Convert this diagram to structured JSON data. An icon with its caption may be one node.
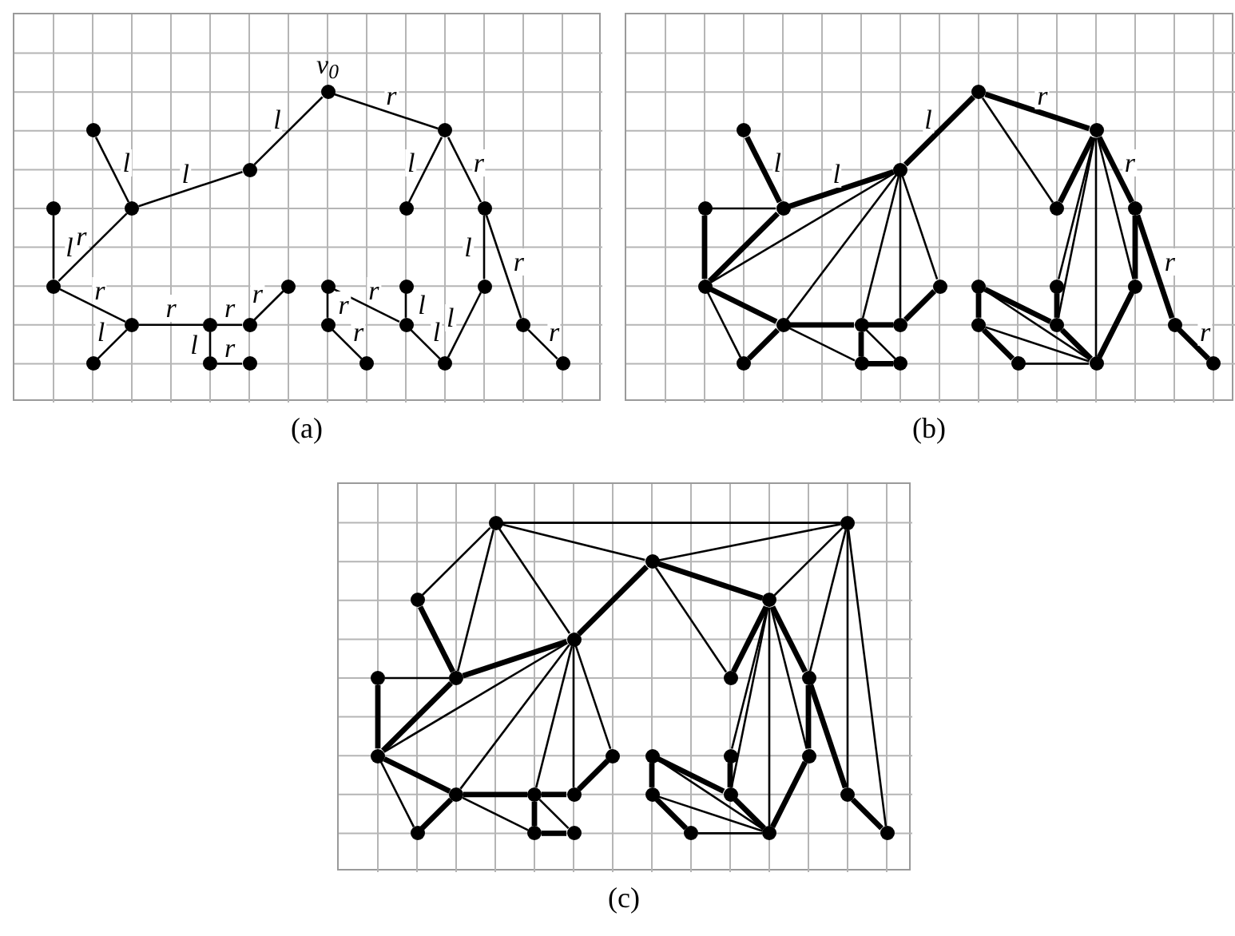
{
  "diagram": {
    "nodes": [
      {
        "text": [
          "(a)"
        ]
      },
      {
        "text": [],
        "shape": "circle",
        "in": 0,
        "beside": [
          "v$_{0}$"
        ]
      },
      {
        "text": [],
        "shape": "circle",
        "in": 0
      },
      {
        "text": [],
        "shape": "circle",
        "in": 0
      },
      {
        "text": [],
        "shape": "circle",
        "in": 0
      },
      {
        "text": [],
        "shape": "circle",
        "in": 0
      },
      {
        "text": [],
        "shape": "circle",
        "in": 0
      },
      {
        "text": [],
        "shape": "circle",
        "in": 0
      },
      {
        "text": [],
        "shape": "circle",
        "in": 0
      },
      {
        "text": [],
        "shape": "circle",
        "in": 0
      },
      {
        "text": [],
        "shape": "circle",
        "in": 0
      },
      {
        "text": [],
        "shape": "circle",
        "in": 0
      },
      {
        "text": [],
        "shape": "circle",
        "in": 0
      },
      {
        "text": [],
        "shape": "circle",
        "in": 0
      },
      {
        "text": [],
        "shape": "circle",
        "in": 0
      },
      {
        "text": [],
        "shape": "circle",
        "in": 0
      },
      {
        "text": [],
        "shape": "circle",
        "in": 0
      },
      {
        "text": [],
        "shape": "circle",
        "in": 0
      },
      {
        "text": [],
        "shape": "circle",
        "in": 0
      },
      {
        "text": [],
        "shape": "circle",
        "in": 0
      },
      {
        "text": [],
        "shape": "circle",
        "in": 0
      },
      {
        "text": [],
        "shape": "circle",
        "in": 0
      },
      {
        "text": [],
        "shape": "circle",
        "in": 0
      },
      {
        "text": [],
        "shape": "circle",
        "in": 0
      },
      {
        "text": [],
        "shape": "circle",
        "in": 0
      },
      {
        "text": [],
        "shape": "circle",
        "in": 0
      },
      {
        "text": [
          "(b)"
        ]
      },
      {
        "text": [],
        "shape": "circle",
        "in": 26
      },
      {
        "text": [],
        "shape": "circle",
        "in": 26
      },
      {
        "text": [],
        "shape": "circle",
        "in": 26
      },
      {
        "text": [],
        "shape": "circle",
        "in": 26
      },
      {
        "text": [],
        "shape": "circle",
        "in": 26
      },
      {
        "text": [],
        "shape": "circle",
        "in": 26
      },
      {
        "text": [],
        "shape": "circle",
        "in": 26
      },
      {
        "text": [],
        "shape": "circle",
        "in": 26
      },
      {
        "text": [],
        "shape": "circle",
        "in": 26
      },
      {
        "text": [],
        "shape": "circle",
        "in": 26
      },
      {
        "text": [],
        "shape": "circle",
        "in": 26
      },
      {
        "text": [],
        "shape": "circle",
        "in": 26
      },
      {
        "text": [],
        "shape": "circle",
        "in": 26
      },
      {
        "text": [],
        "shape": "circle",
        "in": 26
      },
      {
        "text": [],
        "shape": "circle",
        "in": 26
      },
      {
        "text": [],
        "shape": "circle",
        "in": 26
      },
      {
        "text": [],
        "shape": "circle",
        "in": 26
      },
      {
        "text": [],
        "shape": "circle",
        "in": 26
      },
      {
        "text": [],
        "shape": "circle",
        "in": 26
      },
      {
        "text": [],
        "shape": "circle",
        "in": 26
      },
      {
        "text": [],
        "shape": "circle",
        "in": 26
      },
      {
        "text": [],
        "shape": "circle",
        "in": 26
      },
      {
        "text": [],
        "shape": "circle",
        "in": 26
      },
      {
        "text": [],
        "shape": "circle",
        "in": 26
      },
      {
        "text": [],
        "shape": "circle",
        "in": 26
      },
      {
        "text": [
          "(c)"
        ]
      },
      {
        "text": [],
        "shape": "circle",
        "in": 52
      },
      {
        "text": [],
        "shape": "circle",
        "in": 52
      },
      {
        "text": [],
        "shape": "circle",
        "in": 52
      },
      {
        "text": [],
        "shape": "circle",
        "in": 52
      },
      {
        "text": [],
        "shape": "circle",
        "in": 52
      },
      {
        "text": [],
        "shape": "circle",
        "in": 52
      },
      {
        "text": [],
        "shape": "circle",
        "in": 52
      },
      {
        "text": [],
        "shape": "circle",
        "in": 52
      },
      {
        "text": [],
        "shape": "circle",
        "in": 52
      },
      {
        "text": [],
        "shape": "circle",
        "in": 52
      },
      {
        "text": [],
        "shape": "circle",
        "in": 52
      },
      {
        "text": [],
        "shape": "circle",
        "in": 52
      },
      {
        "text": [],
        "shape": "circle",
        "in": 52
      },
      {
        "text": [],
        "shape": "circle",
        "in": 52
      },
      {
        "text": [],
        "shape": "circle",
        "in": 52
      },
      {
        "text": [],
        "shape": "circle",
        "in": 52
      },
      {
        "text": [],
        "shape": "circle",
        "in": 52
      },
      {
        "text": [],
        "shape": "circle",
        "in": 52
      },
      {
        "text": [],
        "shape": "circle",
        "in": 52
      },
      {
        "text": [],
        "shape": "circle",
        "in": 52
      },
      {
        "text": [],
        "shape": "circle",
        "in": 52
      },
      {
        "text": [],
        "shape": "circle",
        "in": 52
      },
      {
        "text": [],
        "shape": "circle",
        "in": 52
      },
      {
        "text": [],
        "shape": "circle",
        "in": 52
      },
      {
        "text": [],
        "shape": "circle",
        "in": 52
      },
      {
        "text": [],
        "shape": "circle",
        "in": 52
      },
      {
        "text": [],
        "shape": "circle",
        "in": 52
      }
    ],
    "edges": [
      {
        "from": 1,
        "to": 3,
        "arrow": "none",
        "label": "r"
      },
      {
        "from": 1,
        "to": 4,
        "arrow": "none",
        "label": "l"
      },
      {
        "from": 4,
        "to": 6,
        "arrow": "none",
        "label": "l"
      },
      {
        "from": 6,
        "to": 2,
        "arrow": "none",
        "label": "l"
      },
      {
        "from": 6,
        "to": 9,
        "arrow": "none",
        "label": "r"
      },
      {
        "from": 9,
        "to": 5,
        "arrow": "none",
        "label": "l"
      },
      {
        "from": 9,
        "to": 14,
        "arrow": "none",
        "label": "r"
      },
      {
        "from": 14,
        "to": 20,
        "arrow": "none",
        "label": "l"
      },
      {
        "from": 14,
        "to": 15,
        "arrow": "none",
        "label": "r"
      },
      {
        "from": 15,
        "to": 16,
        "arrow": "none",
        "label": "r"
      },
      {
        "from": 16,
        "to": 10,
        "arrow": "none",
        "label": "r"
      },
      {
        "from": 15,
        "to": 21,
        "arrow": "none",
        "label": "l"
      },
      {
        "from": 21,
        "to": 22,
        "arrow": "none",
        "label": "r"
      },
      {
        "from": 3,
        "to": 7,
        "arrow": "none",
        "label": "l"
      },
      {
        "from": 3,
        "to": 8,
        "arrow": "none",
        "label": "r"
      },
      {
        "from": 8,
        "to": 13,
        "arrow": "none",
        "label": "l"
      },
      {
        "from": 8,
        "to": 19,
        "arrow": "none",
        "label": "r"
      },
      {
        "from": 19,
        "to": 25,
        "arrow": "none",
        "label": "r"
      },
      {
        "from": 13,
        "to": 24,
        "arrow": "none",
        "label": "l"
      },
      {
        "from": 24,
        "to": 18,
        "arrow": "none",
        "label": "l"
      },
      {
        "from": 18,
        "to": 12,
        "arrow": "none",
        "label": "l"
      },
      {
        "from": 18,
        "to": 11,
        "arrow": "none",
        "label": "r"
      },
      {
        "from": 11,
        "to": 17,
        "arrow": "none",
        "label": "r"
      },
      {
        "from": 17,
        "to": 23,
        "arrow": "none",
        "label": "r"
      },
      {
        "from": 27,
        "to": 29,
        "arrow": "none",
        "style": "thick",
        "label": "r"
      },
      {
        "from": 27,
        "to": 30,
        "arrow": "none",
        "style": "thick",
        "label": "l"
      },
      {
        "from": 30,
        "to": 32,
        "arrow": "none",
        "style": "thick",
        "label": "l"
      },
      {
        "from": 32,
        "to": 28,
        "arrow": "none",
        "style": "thick",
        "label": "l"
      },
      {
        "from": 32,
        "to": 35,
        "arrow": "none",
        "style": "thick"
      },
      {
        "from": 35,
        "to": 31,
        "arrow": "none",
        "style": "thick"
      },
      {
        "from": 35,
        "to": 40,
        "arrow": "none",
        "style": "thick"
      },
      {
        "from": 40,
        "to": 46,
        "arrow": "none",
        "style": "thick"
      },
      {
        "from": 40,
        "to": 41,
        "arrow": "none",
        "style": "thick"
      },
      {
        "from": 41,
        "to": 42,
        "arrow": "none",
        "style": "thick"
      },
      {
        "from": 42,
        "to": 36,
        "arrow": "none",
        "style": "thick"
      },
      {
        "from": 41,
        "to": 47,
        "arrow": "none",
        "style": "thick"
      },
      {
        "from": 47,
        "to": 48,
        "arrow": "none",
        "style": "thick"
      },
      {
        "from": 29,
        "to": 33,
        "arrow": "none",
        "style": "thick"
      },
      {
        "from": 29,
        "to": 34,
        "arrow": "none",
        "style": "thick",
        "label": "r"
      },
      {
        "from": 34,
        "to": 39,
        "arrow": "none",
        "style": "thick"
      },
      {
        "from": 34,
        "to": 45,
        "arrow": "none",
        "style": "thick",
        "label": "r"
      },
      {
        "from": 45,
        "to": 51,
        "arrow": "none",
        "style": "thick",
        "label": "r"
      },
      {
        "from": 39,
        "to": 50,
        "arrow": "none",
        "style": "thick"
      },
      {
        "from": 50,
        "to": 44,
        "arrow": "none",
        "style": "thick"
      },
      {
        "from": 44,
        "to": 38,
        "arrow": "none",
        "style": "thick"
      },
      {
        "from": 44,
        "to": 37,
        "arrow": "none",
        "style": "thick"
      },
      {
        "from": 37,
        "to": 43,
        "arrow": "none",
        "style": "thick"
      },
      {
        "from": 43,
        "to": 49,
        "arrow": "none",
        "style": "thick"
      },
      {
        "from": 27,
        "to": 33,
        "arrow": "none"
      },
      {
        "from": 32,
        "to": 31,
        "arrow": "none"
      },
      {
        "from": 30,
        "to": 35,
        "arrow": "none"
      },
      {
        "from": 30,
        "to": 40,
        "arrow": "none"
      },
      {
        "from": 30,
        "to": 41,
        "arrow": "none"
      },
      {
        "from": 30,
        "to": 42,
        "arrow": "none"
      },
      {
        "from": 30,
        "to": 36,
        "arrow": "none"
      },
      {
        "from": 35,
        "to": 46,
        "arrow": "none"
      },
      {
        "from": 40,
        "to": 47,
        "arrow": "none"
      },
      {
        "from": 41,
        "to": 48,
        "arrow": "none"
      },
      {
        "from": 29,
        "to": 38,
        "arrow": "none"
      },
      {
        "from": 29,
        "to": 44,
        "arrow": "none"
      },
      {
        "from": 29,
        "to": 50,
        "arrow": "none"
      },
      {
        "from": 29,
        "to": 39,
        "arrow": "none"
      },
      {
        "from": 37,
        "to": 50,
        "arrow": "none"
      },
      {
        "from": 43,
        "to": 50,
        "arrow": "none"
      },
      {
        "from": 49,
        "to": 50,
        "arrow": "none"
      },
      {
        "from": 55,
        "to": 57,
        "arrow": "none",
        "style": "thick"
      },
      {
        "from": 55,
        "to": 58,
        "arrow": "none",
        "style": "thick"
      },
      {
        "from": 58,
        "to": 60,
        "arrow": "none",
        "style": "thick"
      },
      {
        "from": 60,
        "to": 56,
        "arrow": "none",
        "style": "thick"
      },
      {
        "from": 60,
        "to": 63,
        "arrow": "none",
        "style": "thick"
      },
      {
        "from": 63,
        "to": 59,
        "arrow": "none",
        "style": "thick"
      },
      {
        "from": 63,
        "to": 68,
        "arrow": "none",
        "style": "thick"
      },
      {
        "from": 68,
        "to": 74,
        "arrow": "none",
        "style": "thick"
      },
      {
        "from": 68,
        "to": 69,
        "arrow": "none",
        "style": "thick"
      },
      {
        "from": 69,
        "to": 70,
        "arrow": "none",
        "style": "thick"
      },
      {
        "from": 70,
        "to": 64,
        "arrow": "none",
        "style": "thick"
      },
      {
        "from": 69,
        "to": 75,
        "arrow": "none",
        "style": "thick"
      },
      {
        "from": 75,
        "to": 76,
        "arrow": "none",
        "style": "thick"
      },
      {
        "from": 57,
        "to": 61,
        "arrow": "none",
        "style": "thick"
      },
      {
        "from": 57,
        "to": 62,
        "arrow": "none",
        "style": "thick"
      },
      {
        "from": 62,
        "to": 67,
        "arrow": "none",
        "style": "thick"
      },
      {
        "from": 62,
        "to": 73,
        "arrow": "none",
        "style": "thick"
      },
      {
        "from": 73,
        "to": 79,
        "arrow": "none",
        "style": "thick"
      },
      {
        "from": 67,
        "to": 78,
        "arrow": "none",
        "style": "thick"
      },
      {
        "from": 78,
        "to": 72,
        "arrow": "none",
        "style": "thick"
      },
      {
        "from": 72,
        "to": 66,
        "arrow": "none",
        "style": "thick"
      },
      {
        "from": 72,
        "to": 65,
        "arrow": "none",
        "style": "thick"
      },
      {
        "from": 65,
        "to": 71,
        "arrow": "none",
        "style": "thick"
      },
      {
        "from": 71,
        "to": 77,
        "arrow": "none",
        "style": "thick"
      },
      {
        "from": 55,
        "to": 61,
        "arrow": "none"
      },
      {
        "from": 60,
        "to": 59,
        "arrow": "none"
      },
      {
        "from": 58,
        "to": 63,
        "arrow": "none"
      },
      {
        "from": 58,
        "to": 68,
        "arrow": "none"
      },
      {
        "from": 58,
        "to": 69,
        "arrow": "none"
      },
      {
        "from": 58,
        "to": 70,
        "arrow": "none"
      },
      {
        "from": 58,
        "to": 64,
        "arrow": "none"
      },
      {
        "from": 63,
        "to": 74,
        "arrow": "none"
      },
      {
        "from": 68,
        "to": 75,
        "arrow": "none"
      },
      {
        "from": 69,
        "to": 76,
        "arrow": "none"
      },
      {
        "from": 57,
        "to": 66,
        "arrow": "none"
      },
      {
        "from": 57,
        "to": 72,
        "arrow": "none"
      },
      {
        "from": 57,
        "to": 78,
        "arrow": "none"
      },
      {
        "from": 57,
        "to": 67,
        "arrow": "none"
      },
      {
        "from": 65,
        "to": 78,
        "arrow": "none"
      },
      {
        "from": 71,
        "to": 78,
        "arrow": "none"
      },
      {
        "from": 77,
        "to": 78,
        "arrow": "none"
      },
      {
        "from": 53,
        "to": 54,
        "arrow": "none"
      },
      {
        "from": 53,
        "to": 56,
        "arrow": "none"
      },
      {
        "from": 53,
        "to": 60,
        "arrow": "none"
      },
      {
        "from": 53,
        "to": 58,
        "arrow": "none"
      },
      {
        "from": 53,
        "to": 55,
        "arrow": "none"
      },
      {
        "from": 55,
        "to": 54,
        "arrow": "none"
      },
      {
        "from": 57,
        "to": 54,
        "arrow": "none"
      },
      {
        "from": 54,
        "to": 62,
        "arrow": "none"
      },
      {
        "from": 54,
        "to": 73,
        "arrow": "none"
      },
      {
        "from": 54,
        "to": 79,
        "arrow": "none"
      }
    ]
  }
}
